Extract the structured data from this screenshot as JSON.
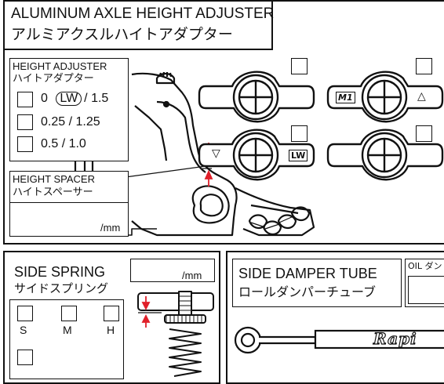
{
  "top": {
    "title_en": "ALUMINUM AXLE HEIGHT ADJUSTER",
    "title_jp": "アルミアクスルハイトアダプター"
  },
  "height_adjuster": {
    "title_en": "HEIGHT ADJUSTER",
    "title_jp": "ハイトアダプター",
    "options": [
      {
        "prefix": "0",
        "badge": "LW",
        "suffix": "/ 1.5"
      },
      {
        "prefix": "0.25 / 1.25",
        "badge": "",
        "suffix": ""
      },
      {
        "prefix": "0.5 / 1.0",
        "badge": "",
        "suffix": ""
      }
    ]
  },
  "height_spacer": {
    "title_en": "HEIGHT SPACER",
    "title_jp": "ハイトスペーサー",
    "unit": "/mm"
  },
  "adjuster_marks": {
    "tl": "",
    "tr_left": "M1",
    "tr_right": "△",
    "bl_left": "▽",
    "bl_right": "LW"
  },
  "side_spring": {
    "title_en": "SIDE SPRING",
    "title_jp": "サイドスプリング",
    "unit": "/mm",
    "options": [
      "S",
      "M",
      "H"
    ]
  },
  "side_damper": {
    "title_en": "SIDE DAMPER TUBE",
    "title_jp": "ロールダンパーチューブ",
    "oil_label": "OIL ダン",
    "brand": "Rapi"
  }
}
